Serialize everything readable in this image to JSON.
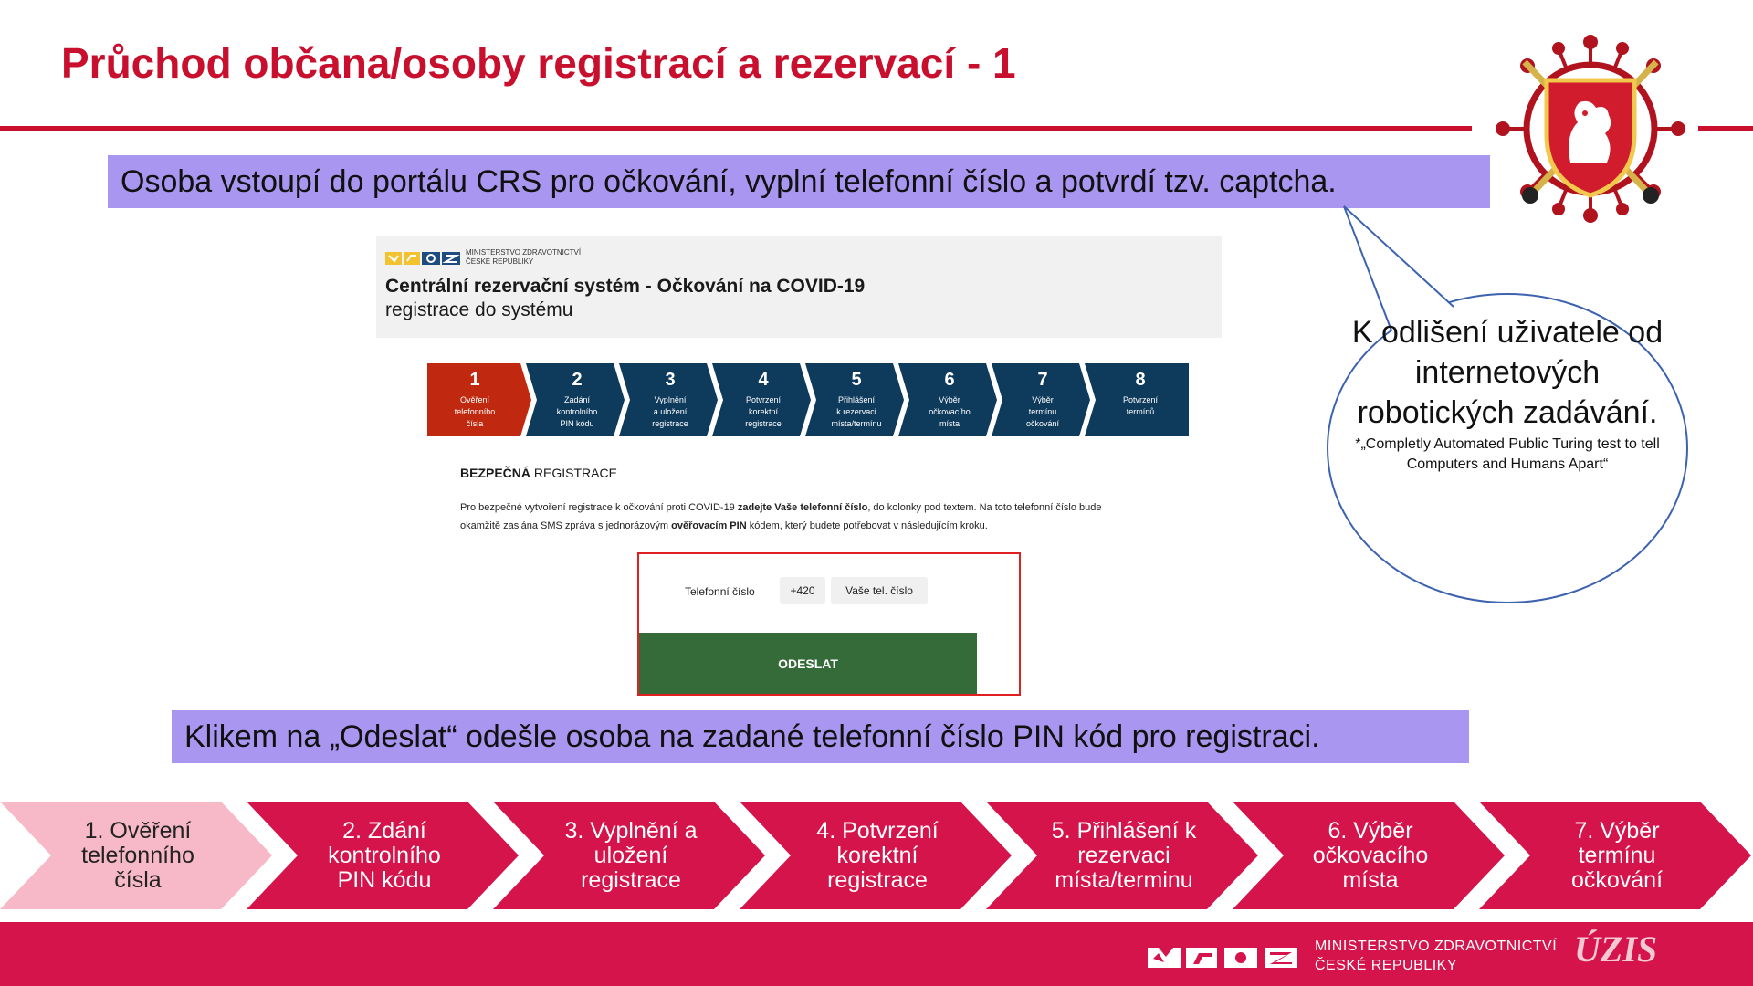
{
  "slide": {
    "title": "Průchod občana/osoby registrací a rezervací - 1",
    "callout_top": "Osoba vstoupí do portálu CRS pro očkování, vyplní telefonní číslo a potvrdí tzv. captcha.",
    "callout_bottom": "Klikem na „Odeslat“ odešle osoba na zadané telefonní číslo PIN kód pro registraci.",
    "bubble": {
      "main": "K odlišení uživatele od internetových robotických zadávání.",
      "note": "*„Completly Automated Public Turing test to tell Computers and Humans Apart“"
    }
  },
  "screenshot": {
    "ministry": "MINISTERSTVO ZDRAVOTNICTVÍ ČESKÉ REPUBLIKY",
    "heading": "Centrální rezervační systém - Očkování na COVID-19",
    "subheading": "registrace do systému",
    "steps": [
      {
        "num": "1",
        "text": "Ověření\ntelefonního\nčísla"
      },
      {
        "num": "2",
        "text": "Zadání\nkontrolního\nPIN kódu"
      },
      {
        "num": "3",
        "text": "Vyplnění\na uložení\nregistrace"
      },
      {
        "num": "4",
        "text": "Potvrzení\nkorektní\nregistrace"
      },
      {
        "num": "5",
        "text": "Přihlášení\nk rezervaci\nmísta/termínu"
      },
      {
        "num": "6",
        "text": "Výběr\nočkovacího\nmísta"
      },
      {
        "num": "7",
        "text": "Výběr\ntermínu\nočkování"
      },
      {
        "num": "8",
        "text": "Potvrzení\ntermínů"
      }
    ],
    "section_bold": "BEZPEČNÁ",
    "section_rest": " REGISTRACE",
    "para": {
      "p1": "Pro bezpečné vytvoření registrace k očkování proti COVID-19 ",
      "b1": "zadejte Vaše telefonní číslo",
      "p2": ", do kolonky pod textem. Na toto telefonní číslo bude okamžitě zaslána SMS zpráva s jednorázovým ",
      "b2": "ověřovacím PIN",
      "p3": " kódem, který budete potřebovat v následujícím kroku."
    },
    "phone_label": "Telefonní číslo",
    "phone_prefix": "+420",
    "phone_placeholder": "Vaše tel. číslo",
    "send_label": "ODESLAT"
  },
  "process_steps": [
    "1. Ověření\ntelefonního\nčísla",
    "2. Zdání\nkontrolního\nPIN kódu",
    "3. Vyplnění  a\nuložení\nregistrace",
    "4. Potvrzení\nkorektní\nregistrace",
    "5. Přihlášení k\nrezervaci\nmísta/terminu",
    "6. Výběr\nočkovacího\nmísta",
    "7. Výběr\ntermínu\nočkování"
  ],
  "footer": {
    "ministry_line1": "MINISTERSTVO ZDRAVOTNICTVÍ",
    "ministry_line2": "ČESKÉ REPUBLIKY",
    "uzis": "ÚZIS"
  },
  "colors": {
    "accent": "#c8102e",
    "callout": "#a896f0",
    "process_active": "#f7b8c8",
    "process": "#d4144a",
    "step_active": "#c0290f",
    "step": "#0e3a5c",
    "send_button": "#356b38"
  },
  "icons": {
    "emblem": "virus-lion-emblem-icon",
    "logo": "mzcr-logo-icon"
  }
}
